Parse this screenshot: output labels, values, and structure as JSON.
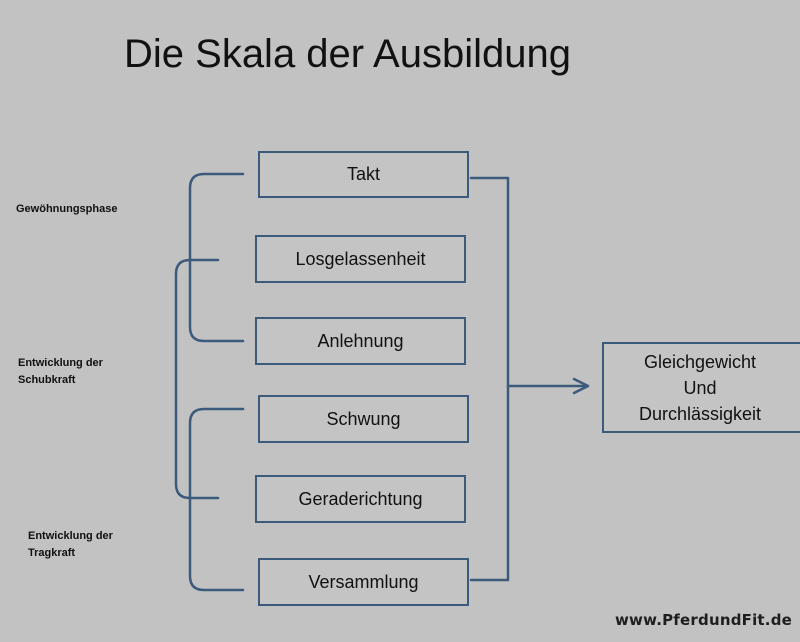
{
  "title": "Die Skala der Ausbildung",
  "phases": [
    {
      "line1": "Gewöhnungsphase",
      "line2": ""
    },
    {
      "line1": "Entwicklung der",
      "line2": "Schubkraft"
    },
    {
      "line1": "Entwicklung der",
      "line2": "Tragkraft"
    }
  ],
  "steps": [
    "Takt",
    "Losgelassenheit",
    "Anlehnung",
    "Schwung",
    "Geraderichtung",
    "Versammlung"
  ],
  "goal": {
    "line1": "Gleichgewicht",
    "line2": "Und",
    "line3": "Durchlässigkeit"
  },
  "watermark": "www.PferdundFit.de",
  "colors": {
    "background": "#c2c2c2",
    "line": "#3c5a7c",
    "text": "#111111"
  }
}
